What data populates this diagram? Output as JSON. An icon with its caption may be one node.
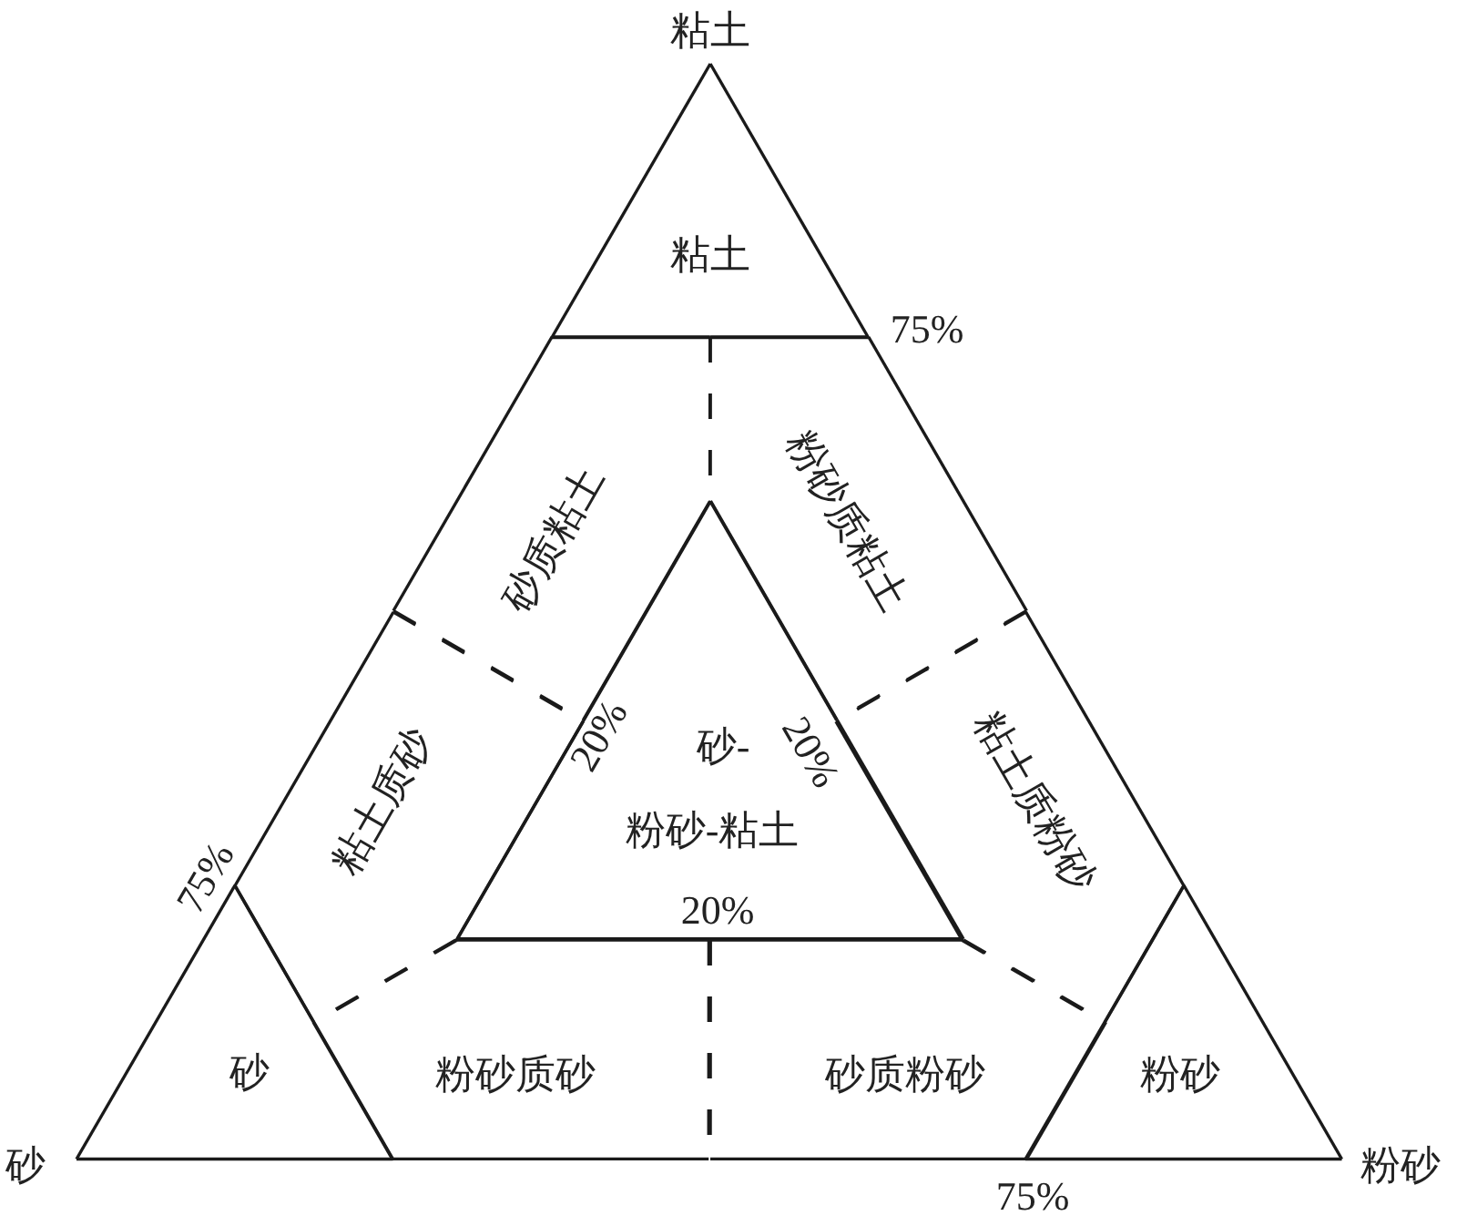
{
  "diagram": {
    "nodes": [
      {
        "text": [
          "粘土"
        ]
      },
      {
        "text": [
          "砂质粘土"
        ]
      },
      {
        "text": [
          "粉砂质粘土"
        ]
      },
      {
        "text": [
          "粘土质砂"
        ]
      },
      {
        "text": [
          "砂-",
          "粉砂-粘土"
        ]
      },
      {
        "text": [
          "粘土质粉砂"
        ]
      },
      {
        "text": [
          "砂"
        ]
      },
      {
        "text": [
          "粉砂质砂"
        ]
      },
      {
        "text": [
          "砂质粉砂"
        ]
      },
      {
        "text": [
          "粉砂"
        ]
      }
    ],
    "labels": [
      "粘土",
      "75%",
      "20%",
      "20%",
      "75%",
      "20%",
      "砂",
      "粉砂",
      "75%"
    ]
  }
}
